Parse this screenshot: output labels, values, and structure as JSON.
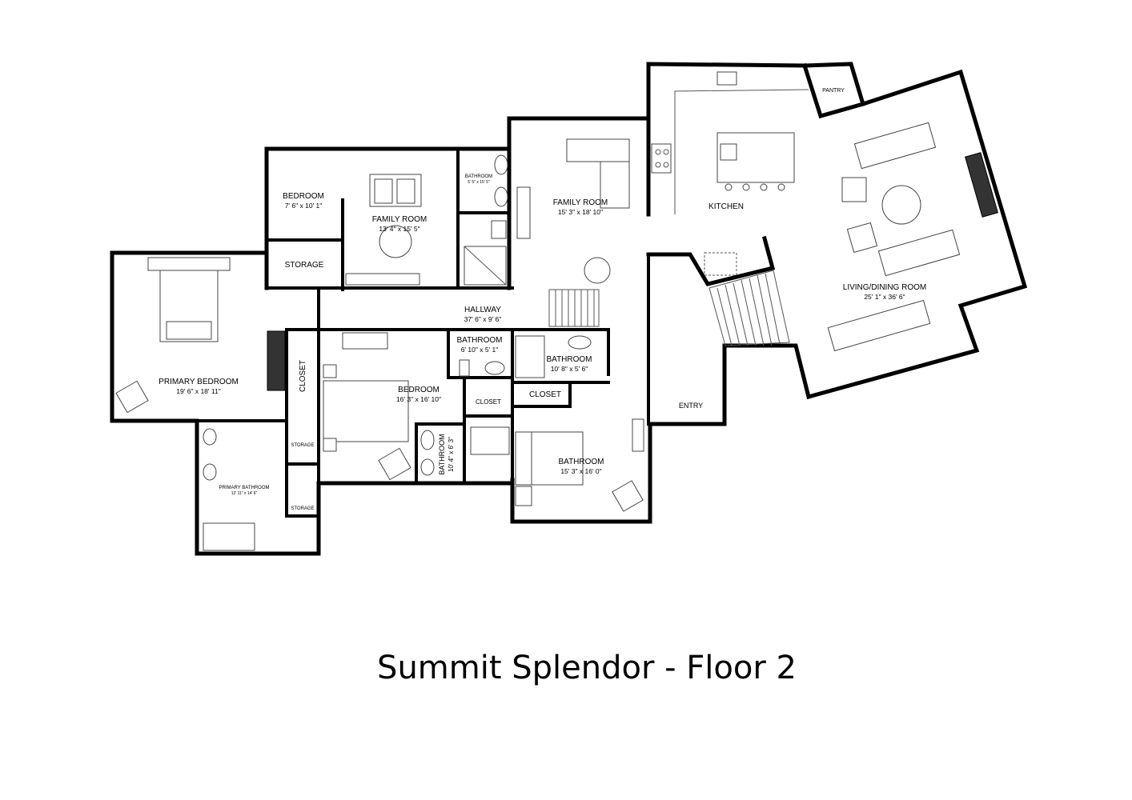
{
  "title": "Summit Splendor - Floor 2",
  "rooms": {
    "bedroom_small": {
      "name": "BEDROOM",
      "dims": "7' 6\" x 10' 1\""
    },
    "family_room_west": {
      "name": "FAMILY ROOM",
      "dims": "13' 4\" x 15' 5\""
    },
    "bathroom_tiny": {
      "name": "BATHROOM",
      "dims": "5' 5\" x 15' 5\""
    },
    "family_room_east": {
      "name": "FAMILY ROOM",
      "dims": "15' 3\" x 18' 10\""
    },
    "kitchen": {
      "name": "KITCHEN"
    },
    "pantry": {
      "name": "PANTRY"
    },
    "storage_main": {
      "name": "STORAGE"
    },
    "hallway": {
      "name": "HALLWAY",
      "dims": "37' 6\" x 9' 6\""
    },
    "living_dining": {
      "name": "LIVING/DINING ROOM",
      "dims": "25' 1\" x 36' 6\""
    },
    "primary_bedroom": {
      "name": "PRIMARY BEDROOM",
      "dims": "19' 6\" x 18' 11\""
    },
    "closet_primary": {
      "name": "CLOSET"
    },
    "bedroom_middle": {
      "name": "BEDROOM",
      "dims": "16' 3\" x 16' 10\""
    },
    "bathroom_a": {
      "name": "BATHROOM",
      "dims": "6' 10\" x 5' 1\""
    },
    "bathroom_b": {
      "name": "BATHROOM",
      "dims": "10' 8\" x 5' 6\""
    },
    "closet_small": {
      "name": "CLOSET"
    },
    "closet_bold": {
      "name": "CLOSET"
    },
    "entry": {
      "name": "ENTRY"
    },
    "bathroom_vertical": {
      "name": "BATHROOM",
      "dims": "10' 4\" x 6' 3\""
    },
    "bathroom_large": {
      "name": "BATHROOM",
      "dims": "15' 3\" x 16' 0\""
    },
    "storage_1": {
      "name": "STORAGE"
    },
    "storage_2": {
      "name": "STORAGE"
    },
    "primary_bathroom": {
      "name": "PRIMARY BATHROOM",
      "dims": "12' 11\" x 14' 6\""
    }
  }
}
